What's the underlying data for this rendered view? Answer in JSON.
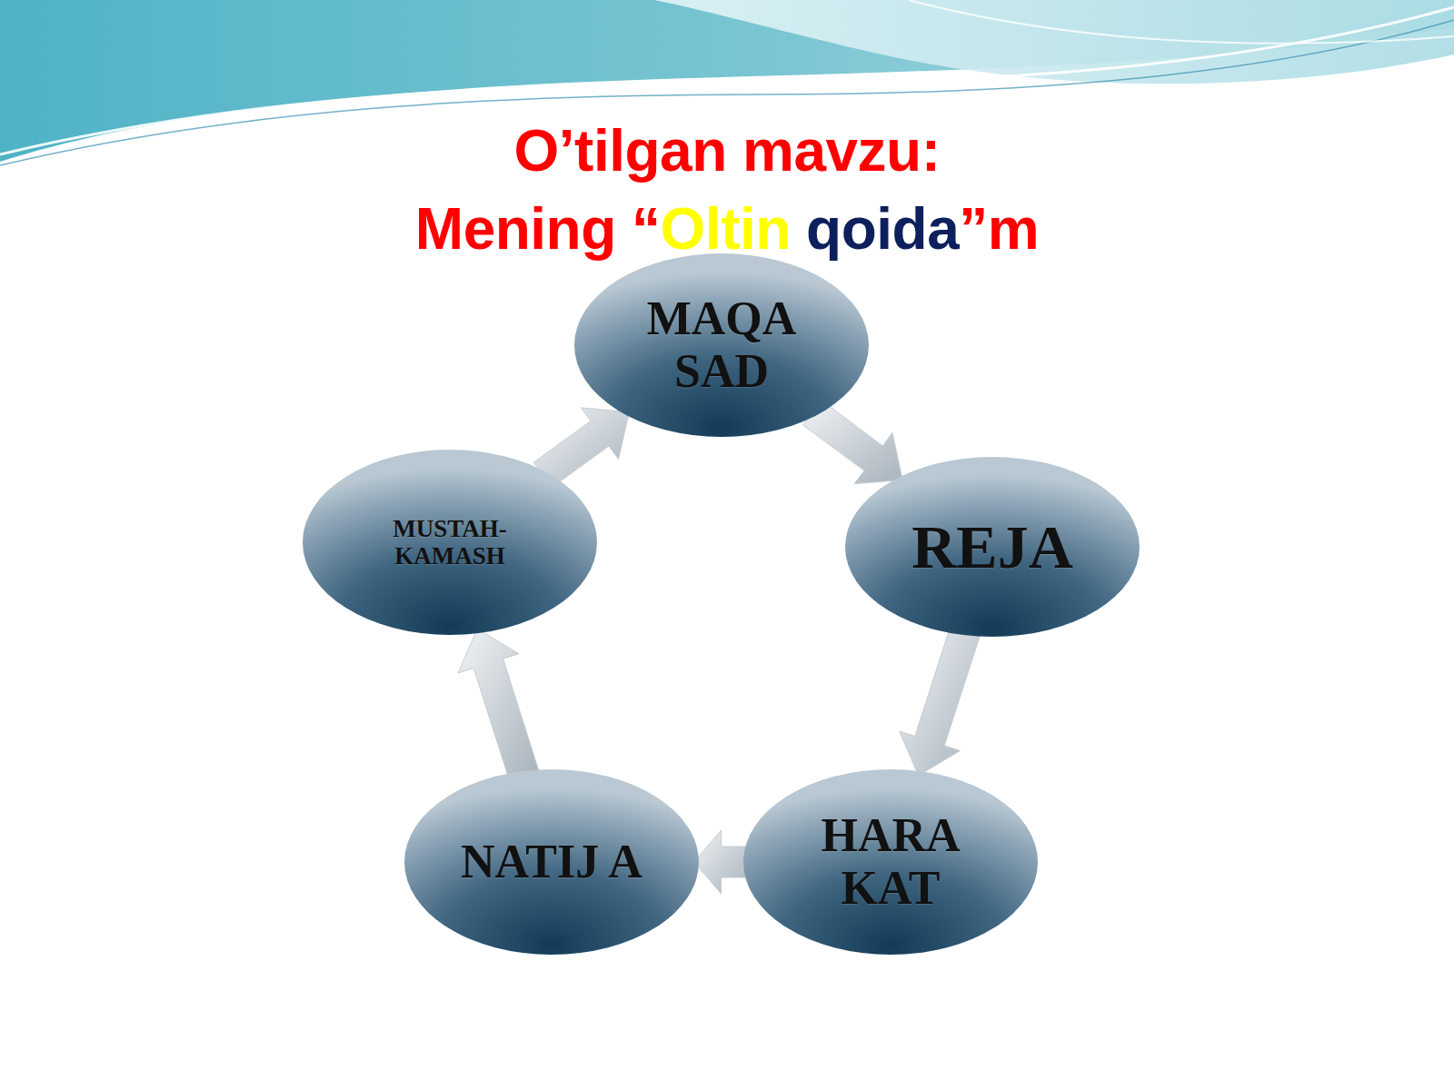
{
  "diagram": {
    "title": "O’tilgan mavzu: Mening “Oltin qoida”m",
    "nodes": [
      {
        "text": [
          "MAQA SAD"
        ]
      },
      {
        "text": [
          "REJA"
        ]
      },
      {
        "text": [
          "HARA KAT"
        ]
      },
      {
        "text": [
          "NATIJ A"
        ]
      },
      {
        "text": [
          "MUSTAH- KAMASH"
        ]
      }
    ],
    "edges": [
      {
        "from": 0,
        "to": 1,
        "arrow": "to"
      },
      {
        "from": 1,
        "to": 2,
        "arrow": "to"
      },
      {
        "from": 2,
        "to": 3,
        "arrow": "to"
      },
      {
        "from": 3,
        "to": 4,
        "arrow": "to"
      },
      {
        "from": 4,
        "to": 0,
        "arrow": "to"
      }
    ]
  }
}
